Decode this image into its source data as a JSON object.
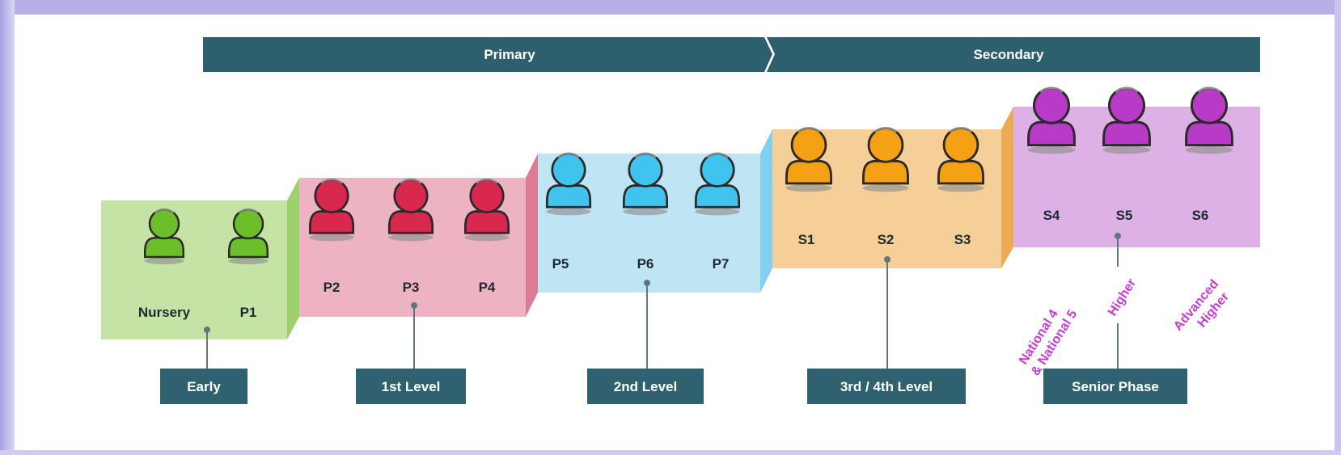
{
  "banners": {
    "primary": "Primary",
    "secondary": "Secondary"
  },
  "stages": {
    "early": {
      "years": [
        "Nursery",
        "P1"
      ],
      "color": "#6cbf2b",
      "block": "#c6e3a6"
    },
    "first": {
      "years": [
        "P2",
        "P3",
        "P4"
      ],
      "color": "#d8284d",
      "block": "#eeb3c3"
    },
    "second": {
      "years": [
        "P5",
        "P6",
        "P7"
      ],
      "color": "#40c4ee",
      "block": "#bfe4f4"
    },
    "third": {
      "years": [
        "S1",
        "S2",
        "S3"
      ],
      "color": "#f5a116",
      "block": "#f6cf98"
    },
    "senior": {
      "years": [
        "S4",
        "S5",
        "S6"
      ],
      "color": "#b83ac6",
      "block": "#deb1e6"
    }
  },
  "levels": [
    "Early",
    "1st Level",
    "2nd Level",
    "3rd / 4th Level",
    "Senior Phase"
  ],
  "qualifications": {
    "s4": [
      "National 4",
      "& National 5"
    ],
    "s5": [
      "Higher"
    ],
    "s6": [
      "Advanced",
      "Higher"
    ]
  },
  "colors": {
    "banner": "#2e5f6f",
    "level_box": "#2f6171",
    "connector": "#5f7780",
    "qual_text": "#c63dd4"
  }
}
